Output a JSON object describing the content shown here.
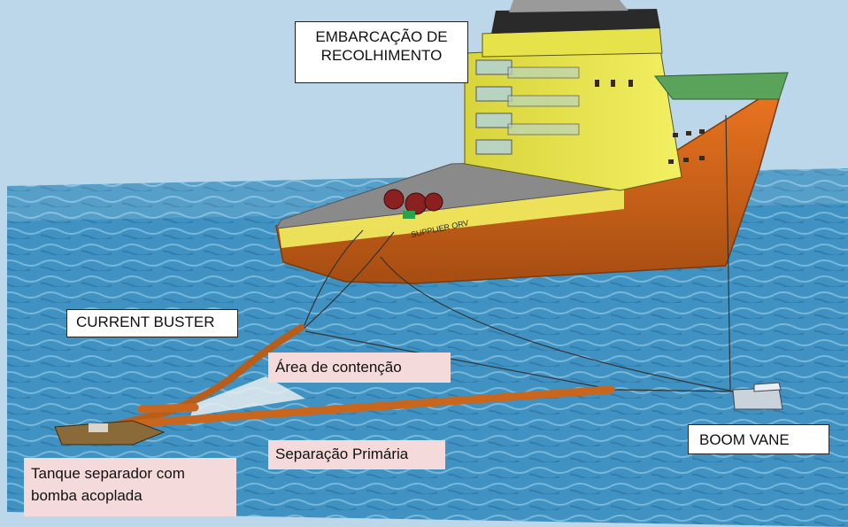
{
  "labels": {
    "ship": "EMBARCAÇÃO DE\nRECOLHIMENTO",
    "current_buster": "CURRENT BUSTER",
    "containment_area": "Área de contenção",
    "primary_separation": "Separação Primária",
    "separator_tank": "Tanque separador com\nbomba acoplada",
    "boom_vane": "BOOM VANE"
  },
  "ship_hull_text": "SUPPLIER ORV",
  "colors": {
    "sky": "#bcd6ea",
    "water": "#3b8fbf",
    "hull_orange": "#d9661a",
    "superstructure_yellow": "#e6e24a",
    "deck_grey": "#8a8a8a",
    "boom_orange": "#c8661e",
    "label_pink": "#f4dada"
  }
}
